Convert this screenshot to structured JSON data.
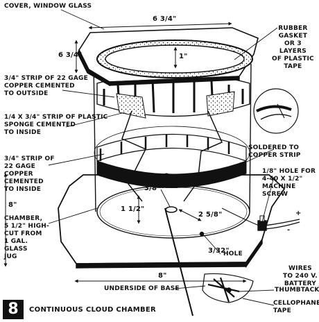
{
  "figure": {
    "number": "8",
    "caption": "CONTINUOUS CLOUD CHAMBER"
  },
  "labels": {
    "cover": "COVER, WINDOW GLASS",
    "gasket": "RUBBER\nGASKET\nOR 3\nLAYERS\nOF PLASTIC\nTAPE",
    "copper_strip_outside": "3/4\" STRIP OF 22 GAGE\nCOPPER CEMENTED\nTO OUTSIDE",
    "sponge_strip": "1/4 X 3/4\" STRIP OF PLASTIC\nSPONGE CEMENTED\nTO INSIDE",
    "copper_strip_inside": "3/4\" STRIP OF\n22 GAGE\nCOPPER\nCEMENTED\nTO INSIDE",
    "soldered": "SOLDERED TO\nCOPPER STRIP",
    "screw_hole": "1/8\" HOLE FOR\n4-40 X 1/2\"\nMACHINE\nSCREW",
    "chamber": "CHAMBER,\n5 1/2\" HIGH-\nCUT FROM\n1 GAL.\nGLASS\nJUG",
    "hole_upper": "HOLE",
    "hole_lower": "HOLE",
    "wires": "WIRES\nTO 240 V.\nBATTERY",
    "underside": "UNDERSIDE OF BASE",
    "thumbtack": "THUMBTACK",
    "cellophane": "CELLOPHANE\nTAPE"
  },
  "dimensions": {
    "cover_width": "6 3/4\"",
    "cover_depth": "6 3/4\"",
    "gasket_gap": "1\"",
    "hole_upper_dia": "3/8\"",
    "chamber_height": "1 1/2\"",
    "hole_offset": "2 5/8\"",
    "hole_lower_dia": "3/32\"",
    "base_depth": "8\"",
    "base_width": "8\"",
    "wire_plus": "+",
    "wire_minus": "-"
  },
  "colors": {
    "ink": "#111111",
    "paper": "#ffffff"
  }
}
